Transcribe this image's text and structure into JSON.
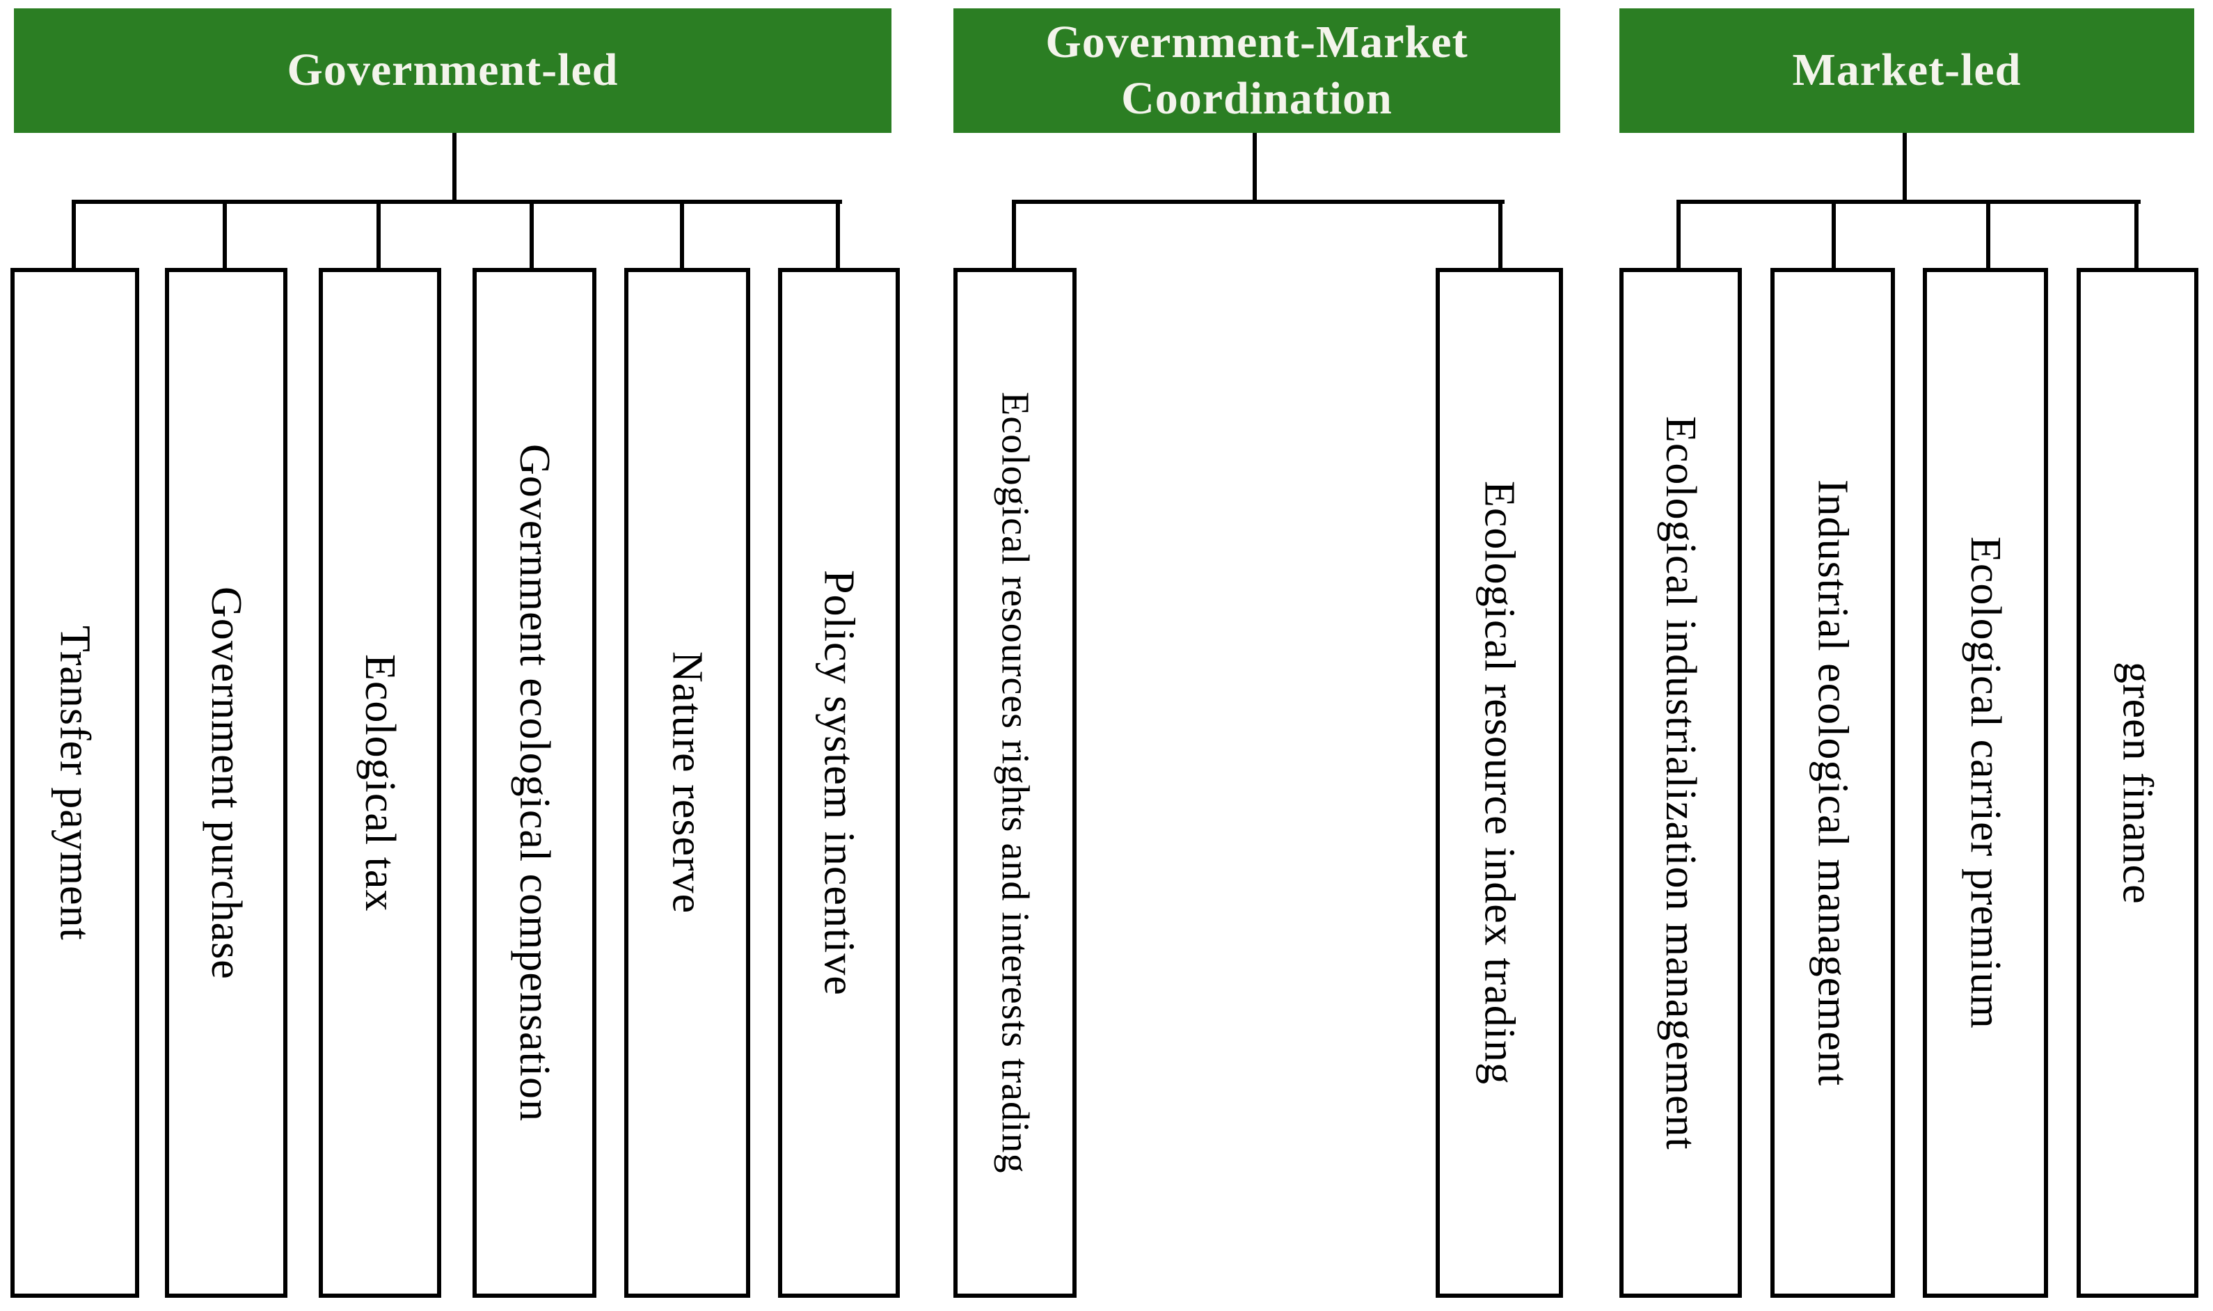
{
  "colors": {
    "header_bg": "#2b7e23",
    "header_text": "#f4f4ec",
    "line": "#000000",
    "node_border": "#000000",
    "node_bg": "#ffffff",
    "node_text": "#000000"
  },
  "groups": [
    {
      "label": "Government-led",
      "children": [
        "Transfer payment",
        "Government purchase",
        "Ecological tax",
        "Government ecological compensation",
        "Nature reserve",
        "Policy system incentive"
      ]
    },
    {
      "label": "Government-Market Coordination",
      "children": [
        "Ecological resources rights and interests trading",
        "Ecological resource index trading"
      ]
    },
    {
      "label": "Market-led",
      "children": [
        "Ecological industrialization management",
        "Industrial ecological management",
        "Ecological carrier premium",
        "green finance"
      ]
    }
  ]
}
